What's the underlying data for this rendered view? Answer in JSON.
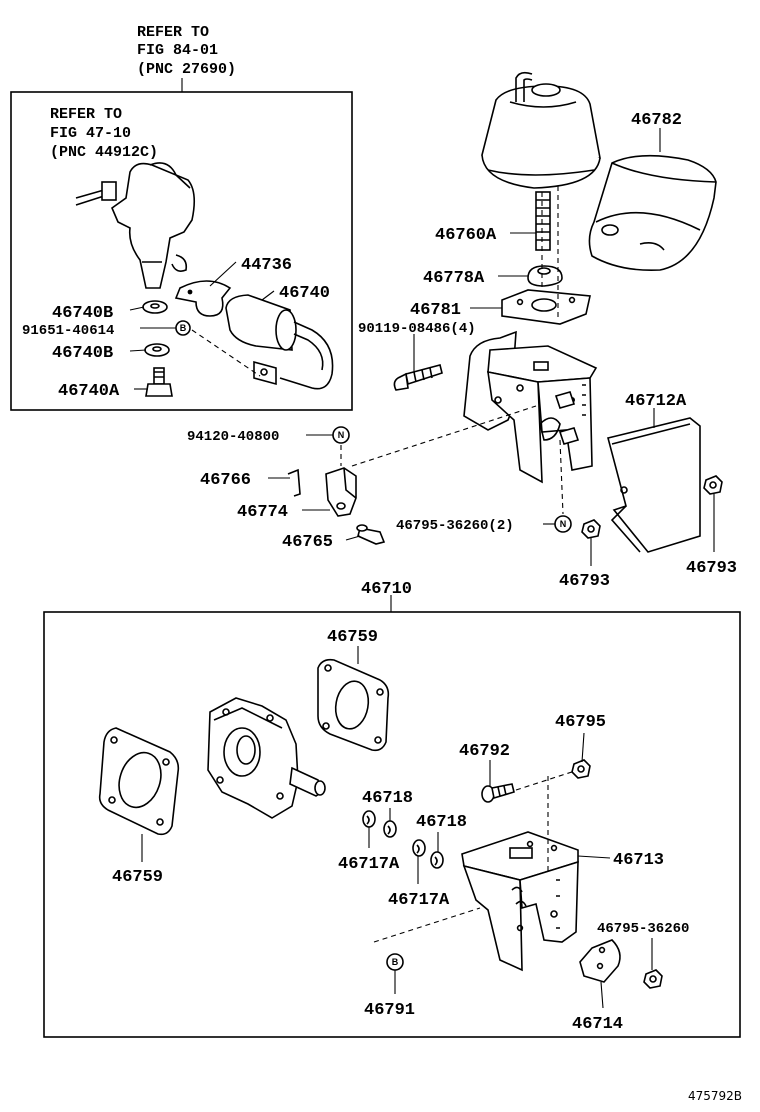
{
  "diagram": {
    "refs": {
      "top": {
        "line1": "REFER TO",
        "line2": "FIG 84-01",
        "line3": "(PNC 27690)"
      },
      "inner": {
        "line1": "REFER TO",
        "line2": "FIG 47-10",
        "line3": "(PNC 44912C)"
      }
    },
    "parts": {
      "p46782": "46782",
      "p46760A": "46760A",
      "p46778A": "46778A",
      "p46781": "46781",
      "p90119": "90119-08486(4)",
      "p44736": "44736",
      "p46740": "46740",
      "p46740B_a": "46740B",
      "p91651": "91651-40614",
      "p46740B_b": "46740B",
      "p46740A": "46740A",
      "p94120": "94120-40800",
      "p46766": "46766",
      "p46774": "46774",
      "p46765": "46765",
      "p46795_36260_2": "46795-36260(2)",
      "p46712A": "46712A",
      "p46793_a": "46793",
      "p46793_b": "46793",
      "p46710": "46710",
      "p46759_a": "46759",
      "p46759_b": "46759",
      "p46795": "46795",
      "p46792": "46792",
      "p46718_a": "46718",
      "p46718_b": "46718",
      "p46717A_a": "46717A",
      "p46717A_b": "46717A",
      "p46713": "46713",
      "p46795_36260": "46795-36260",
      "p46791": "46791",
      "p46714": "46714"
    },
    "marks": {
      "n": "N",
      "b": "B"
    },
    "code": "475792B"
  }
}
